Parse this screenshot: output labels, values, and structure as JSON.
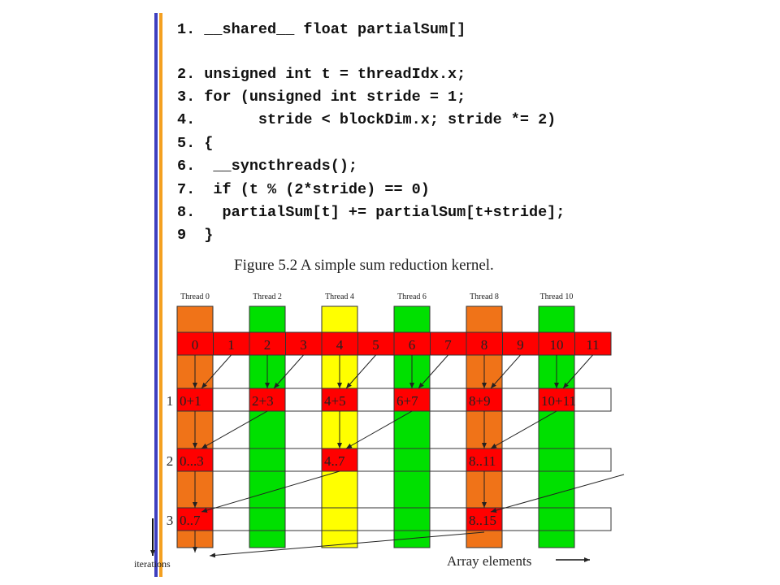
{
  "code": {
    "lines": [
      "1. __shared__ float partialSum[]",
      "2. unsigned int t = threadIdx.x;",
      "3. for (unsigned int stride = 1;",
      "4.       stride < blockDim.x; stride *= 2)",
      "5. {",
      "6.  __syncthreads();",
      "7.  if (t % (2*stride) == 0)",
      "8.   partialSum[t] += partialSum[t+stride];",
      "9  }"
    ]
  },
  "caption": "Figure 5.2 A simple sum reduction kernel.",
  "diagram": {
    "thread_labels": [
      "Thread 0",
      "Thread 2",
      "Thread 4",
      "Thread 6",
      "Thread 8",
      "Thread 10"
    ],
    "column_colors": [
      "orange",
      "green",
      "yellow",
      "green",
      "orange",
      "green"
    ],
    "array_elements": [
      "0",
      "1",
      "2",
      "3",
      "4",
      "5",
      "6",
      "7",
      "8",
      "9",
      "10",
      "11"
    ],
    "iterations": [
      {
        "label": "1",
        "cells": [
          "0+1",
          "2+3",
          "4+5",
          "6+7",
          "8+9",
          "10+11"
        ]
      },
      {
        "label": "2",
        "cells": [
          "0...3",
          "4..7",
          "8..11"
        ]
      },
      {
        "label": "3",
        "cells": [
          "0..7",
          "8..15"
        ]
      }
    ],
    "iterations_label": "iterations",
    "array_elements_label": "Array elements"
  },
  "colors": {
    "orange": "#f07318",
    "green": "#00e000",
    "yellow": "#ffff00",
    "red": "#ff0000",
    "bar_blue": "#3f3fbf",
    "bar_orange": "#f4a020"
  }
}
